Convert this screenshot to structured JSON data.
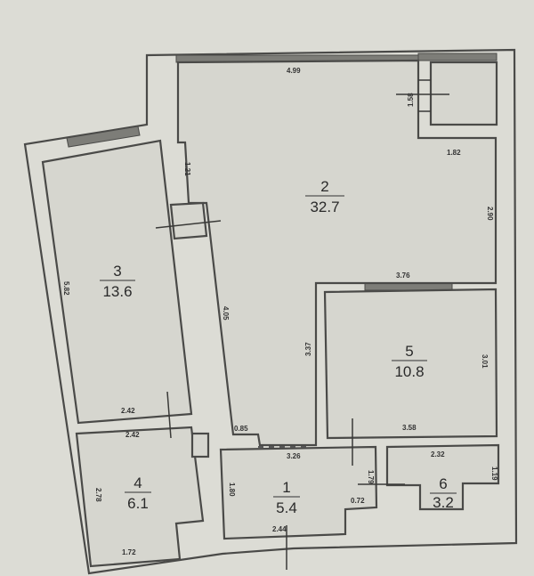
{
  "rooms": [
    {
      "number": "1",
      "area": "5.4"
    },
    {
      "number": "2",
      "area": "32.7"
    },
    {
      "number": "3",
      "area": "13.6"
    },
    {
      "number": "4",
      "area": "6.1"
    },
    {
      "number": "5",
      "area": "10.8"
    },
    {
      "number": "6",
      "area": "3.2"
    }
  ],
  "dimensions": {
    "room2_top": "4.99",
    "closet_side": "1.58",
    "room2_step": "1.82",
    "room2_left_short": "1.21",
    "room2_right": "2.90",
    "room2_bottom": "3.76",
    "room3_left": "5.82",
    "corridor_side": "4.05",
    "room5_left": "3.37",
    "room5_right": "3.01",
    "room3_bottom": "2.42",
    "room4_top": "2.42",
    "corridor_bottom": "0.85",
    "room1_top": "3.26",
    "room5_bottom": "3.58",
    "room6_top": "2.32",
    "room6_right": "1.19",
    "room4_left": "2.78",
    "room1_left": "1.80",
    "room1_step": "0.72",
    "room1_door": "1.79",
    "room1_bottom": "2.44",
    "room4_bottom": "1.72"
  }
}
